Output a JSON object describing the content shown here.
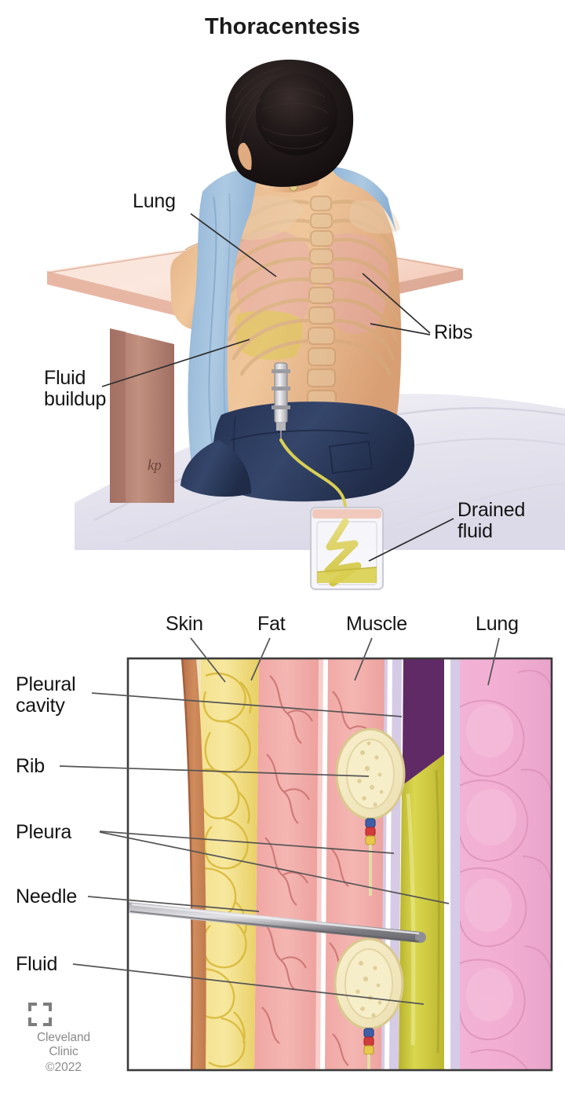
{
  "title": "Thoracentesis",
  "upper_figure": {
    "description": "Patient seated leaning forward on a table, viewed from behind, with needle inserted into the back draining pleural fluid into a collection bag",
    "labels": {
      "lung": "Lung",
      "fluid_buildup": "Fluid\nbuildup",
      "ribs": "Ribs",
      "drained_fluid": "Drained\nfluid"
    },
    "artist_signature": "kp"
  },
  "cross_section": {
    "description": "Magnified cross-section of the chest wall showing needle passing between ribs into the pleural cavity",
    "top_labels": {
      "skin": "Skin",
      "fat": "Fat",
      "muscle": "Muscle",
      "lung": "Lung"
    },
    "left_labels": {
      "pleural_cavity": "Pleural\ncavity",
      "rib": "Rib",
      "pleura": "Pleura",
      "needle": "Needle",
      "fluid": "Fluid"
    }
  },
  "footer": {
    "brand_line1": "Cleveland",
    "brand_line2": "Clinic",
    "copyright": "©2022"
  },
  "colors": {
    "skin_layer": "#c4794a",
    "fat_layer": "#f2df7e",
    "muscle_layer": "#f0a7a4",
    "rib_bone": "#f5ecca",
    "pleura_membrane": "#cdc2e0",
    "pleural_fluid": "#c9c431",
    "pleural_space": "#6b2d6b",
    "lung_tissue": "#f0aad2",
    "needle_metal": "#8c8c8c",
    "gown_blue": "#9fc0dd",
    "pants_navy": "#2c3a5c",
    "table_top": "#f6d6c8",
    "table_leg": "#b88378",
    "bed_white": "#eceaf2",
    "hair_black": "#181314",
    "skin_tone": "#e7b488",
    "label_text": "#141414",
    "logo_gray": "#8a8a8a",
    "leader_line": "#3a3a3a"
  }
}
